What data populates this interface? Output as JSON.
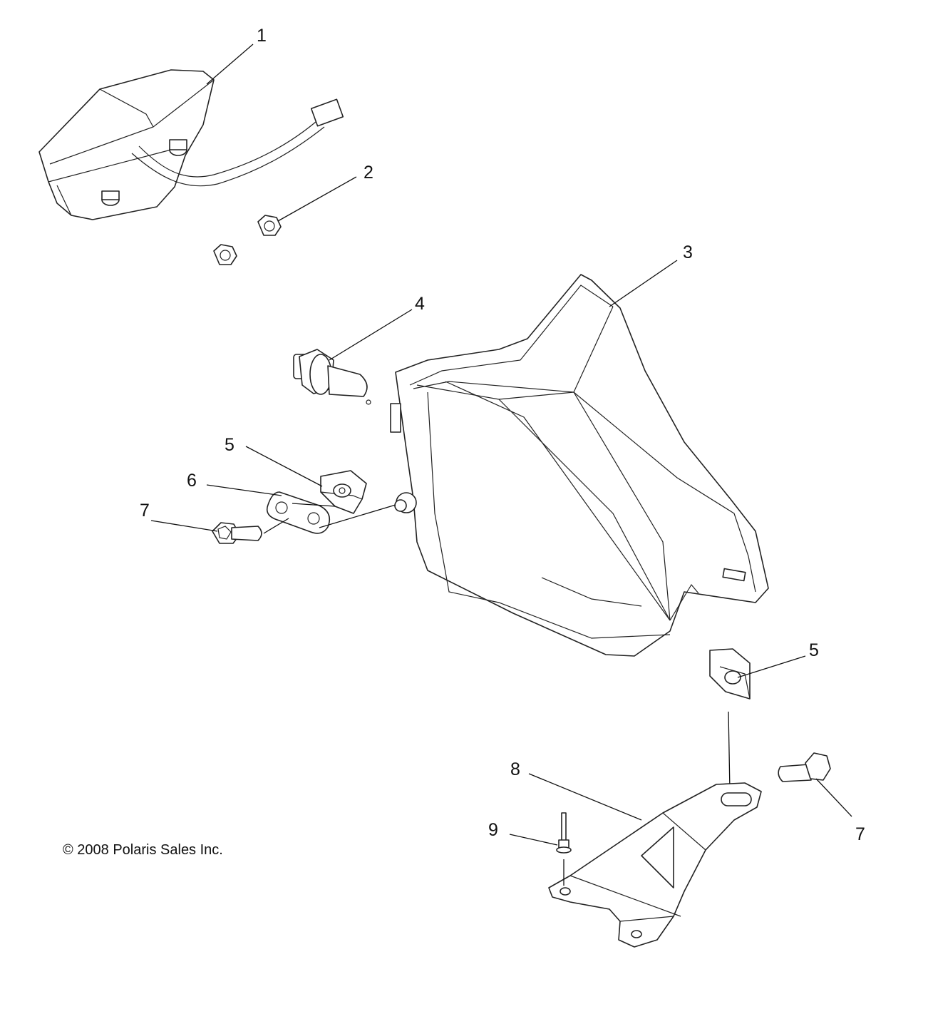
{
  "callouts": {
    "c1": "1",
    "c2": "2",
    "c3": "3",
    "c4": "4",
    "c5a": "5",
    "c5b": "5",
    "c6": "6",
    "c7a": "7",
    "c7b": "7",
    "c8": "8",
    "c9": "9"
  },
  "copyright": "© 2008 Polaris Sales Inc."
}
